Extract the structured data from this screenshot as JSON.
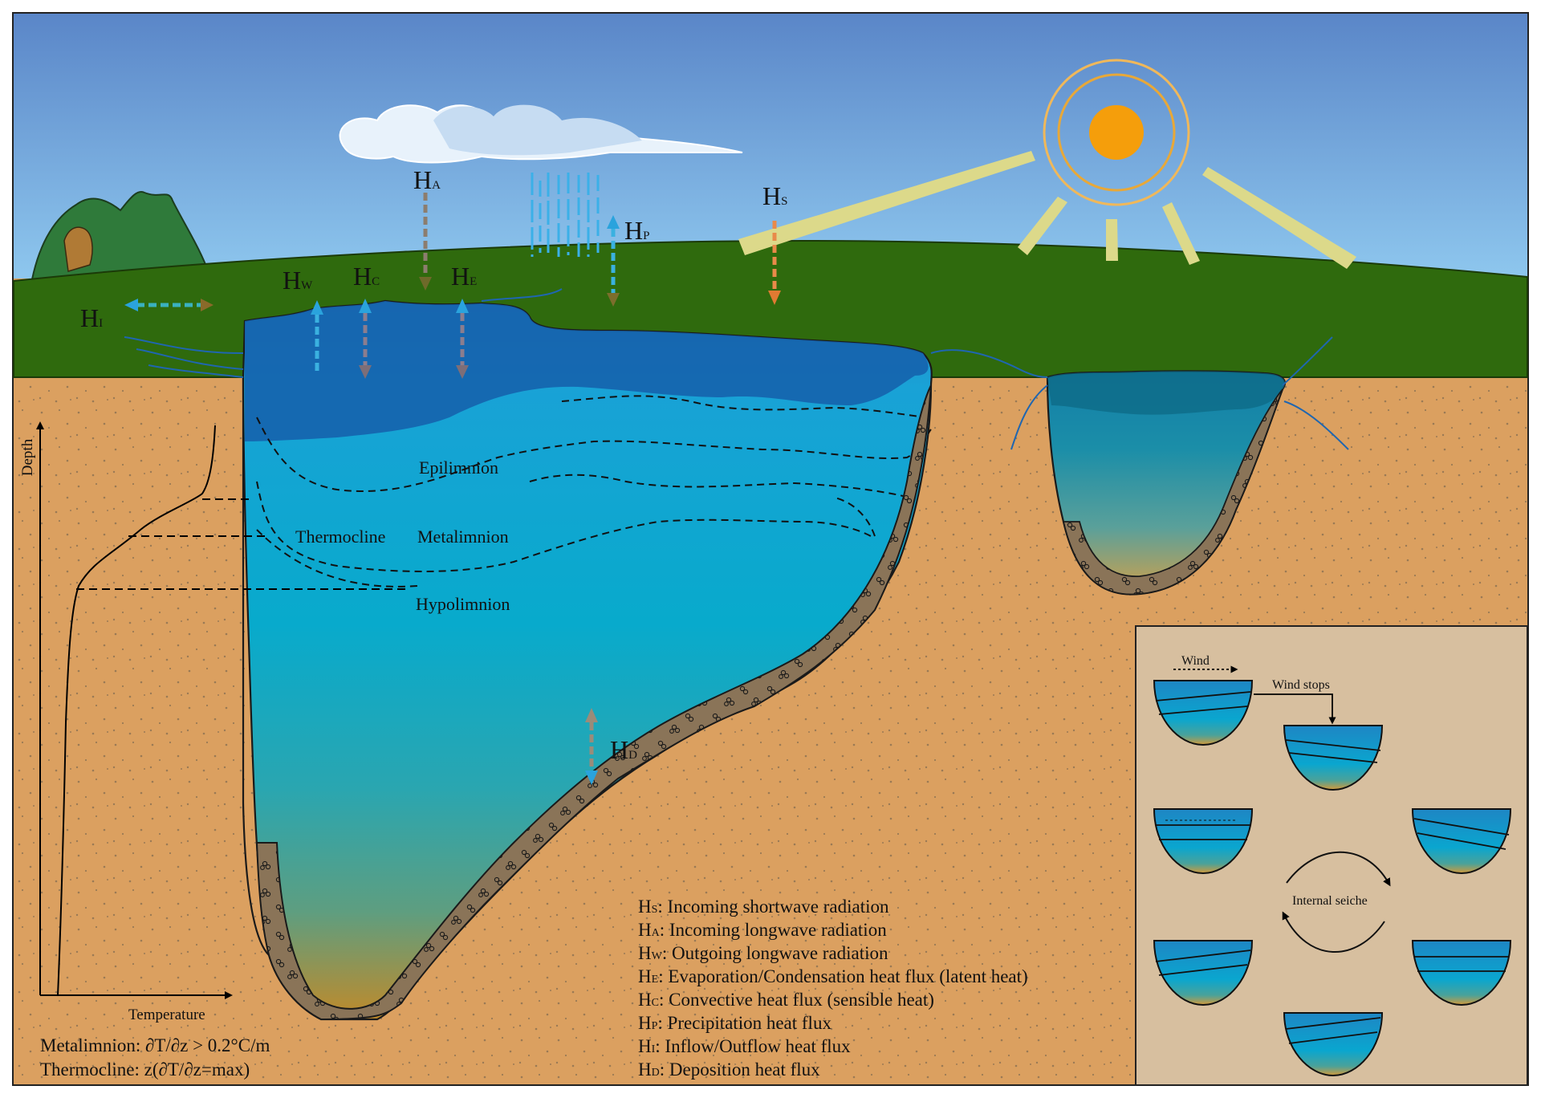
{
  "fluxes": {
    "hs": {
      "main": "H",
      "sub": "S"
    },
    "ha": {
      "main": "H",
      "sub": "A"
    },
    "hp": {
      "main": "H",
      "sub": "P"
    },
    "hw": {
      "main": "H",
      "sub": "W"
    },
    "hc": {
      "main": "H",
      "sub": "C"
    },
    "he": {
      "main": "H",
      "sub": "E"
    },
    "hi": {
      "main": "H",
      "sub": "I"
    },
    "hd": {
      "main": "H",
      "sub": "D"
    }
  },
  "layers": {
    "epilimnion": "Epilimnion",
    "metalimnion": "Metalimnion",
    "thermocline": "Thermocline",
    "hypolimnion": "Hypolimnion"
  },
  "profile": {
    "x_axis": "Temperature",
    "y_axis": "Depth",
    "def_metalimnion": "Metalimnion: ∂T/∂z > 0.2°C/m",
    "def_thermocline": "Thermocline: z(∂T/∂z=max)"
  },
  "legend": [
    {
      "code": "H",
      "sub": "S",
      "text": ": Incoming shortwave radiation"
    },
    {
      "code": "H",
      "sub": "A",
      "text": ": Incoming longwave radiation"
    },
    {
      "code": "H",
      "sub": "W",
      "text": ": Outgoing longwave radiation"
    },
    {
      "code": "H",
      "sub": "E",
      "text": ": Evaporation/Condensation heat flux (latent heat)"
    },
    {
      "code": "H",
      "sub": "C",
      "text": ": Convective heat flux (sensible heat)"
    },
    {
      "code": "H",
      "sub": "P",
      "text": ": Precipitation heat flux"
    },
    {
      "code": "H",
      "sub": "I",
      "text": ": Inflow/Outflow heat flux"
    },
    {
      "code": "H",
      "sub": "D",
      "text": ": Deposition heat flux"
    }
  ],
  "seiche": {
    "wind": "Wind",
    "wind_stops": "Wind stops",
    "internal_seiche": "Internal seiche"
  },
  "colors": {
    "sky_top": "#5a86c8",
    "sky_bottom": "#8ec3ea",
    "grass": "#2f6a0d",
    "soil": "#dba060",
    "lake_surface": "#1f6bb4",
    "lake_mid": "#0aa8cf",
    "lake_bottom": "#b8902e",
    "sediment": "#8a7458",
    "sun": "#f59e0b",
    "inset_bg": "#d7bf9f"
  }
}
